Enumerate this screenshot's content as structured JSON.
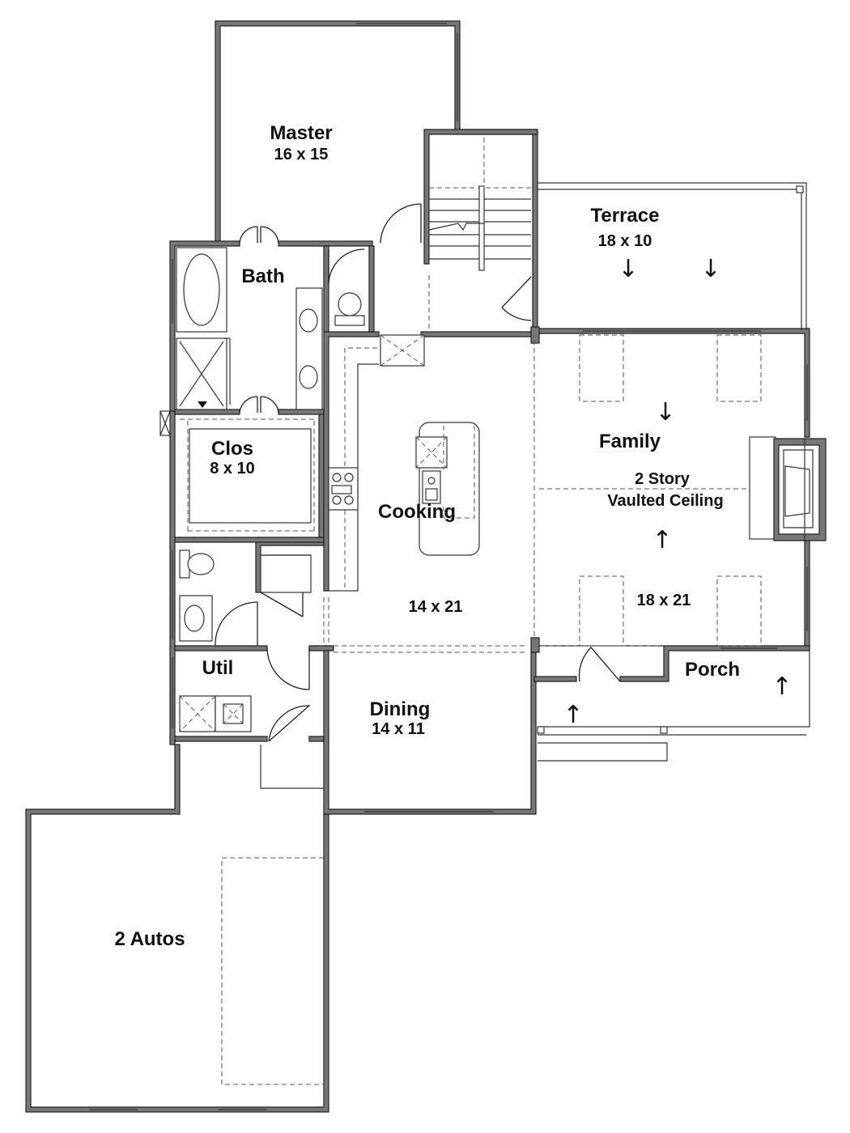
{
  "rooms": {
    "master": {
      "name": "Master",
      "dims": "16 x 15"
    },
    "terrace": {
      "name": "Terrace",
      "dims": "18 x 10"
    },
    "bath": {
      "name": "Bath"
    },
    "closet": {
      "name": "Clos",
      "dims": "8 x 10"
    },
    "family": {
      "name": "Family",
      "dims": "18 x 21",
      "note_line1": "2 Story",
      "note_line2": "Vaulted Ceiling"
    },
    "cooking": {
      "name": "Cooking",
      "dims": "14 x 21"
    },
    "util": {
      "name": "Util"
    },
    "porch": {
      "name": "Porch"
    },
    "dining": {
      "name": "Dining",
      "dims": "14 x 11"
    },
    "garage": {
      "name": "2 Autos"
    }
  },
  "arrows": {
    "down": "↓",
    "up": "↑"
  }
}
